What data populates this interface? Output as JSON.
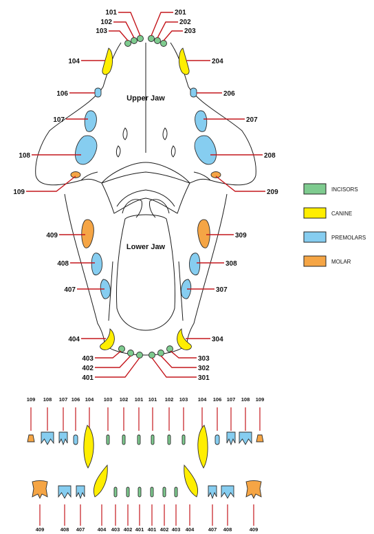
{
  "colors": {
    "incisors": "#7ecb8f",
    "canine": "#ffee00",
    "premolars": "#86cdf0",
    "molar": "#f5a545",
    "leader": "#c4161c",
    "outline": "#1a1a1a"
  },
  "labels": {
    "upper_jaw": "Upper Jaw",
    "lower_jaw": "Lower Jaw"
  },
  "legend": [
    {
      "key": "incisors",
      "label": "INCISORS",
      "color": "#7ecb8f"
    },
    {
      "key": "canine",
      "label": "CANINE",
      "color": "#ffee00"
    },
    {
      "key": "premolars",
      "label": "PREMOLARS",
      "color": "#86cdf0"
    },
    {
      "key": "molar",
      "label": "MOLAR",
      "color": "#f5a545"
    }
  ],
  "tooth_numbers": {
    "upper_left": [
      "101",
      "102",
      "103",
      "104",
      "106",
      "107",
      "108",
      "109"
    ],
    "upper_right": [
      "201",
      "202",
      "203",
      "204",
      "206",
      "207",
      "208",
      "209"
    ],
    "lower_left": [
      "401",
      "402",
      "403",
      "404",
      "407",
      "408",
      "409"
    ],
    "lower_right": [
      "301",
      "302",
      "303",
      "304",
      "307",
      "308",
      "309"
    ]
  },
  "upper_row": [
    "109",
    "108",
    "107",
    "106",
    "104",
    "103",
    "102",
    "101",
    "101",
    "102",
    "103",
    "104",
    "106",
    "107",
    "108",
    "109"
  ],
  "lower_row": [
    "409",
    "408",
    "407",
    "404",
    "403",
    "402",
    "401",
    "401",
    "402",
    "403",
    "404",
    "407",
    "408",
    "409"
  ]
}
